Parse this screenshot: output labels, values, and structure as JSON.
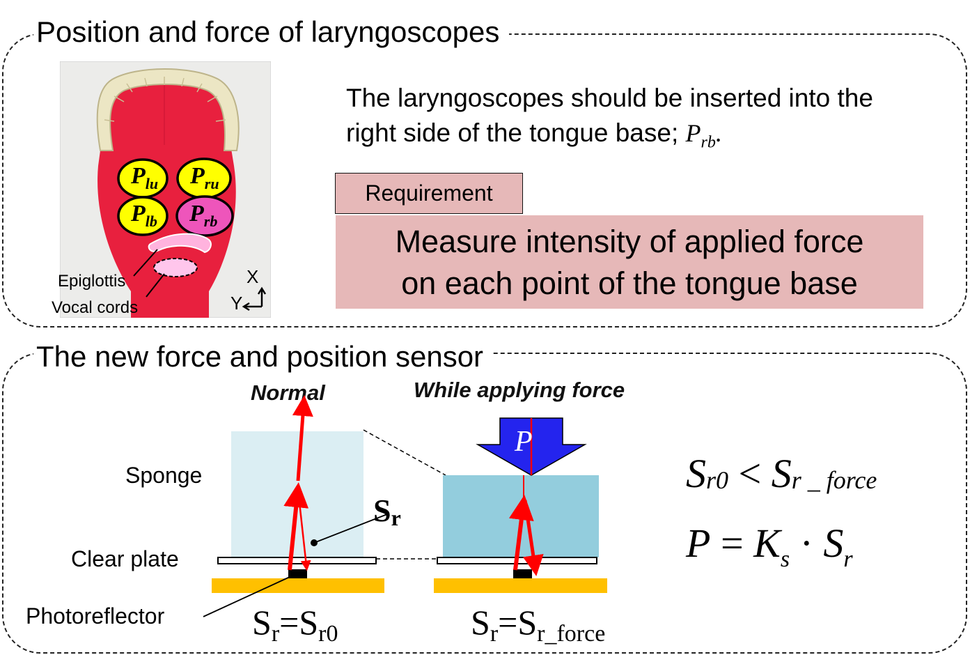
{
  "section1": {
    "title": "Position and force of laryngoscopes",
    "description_line1": "The laryngoscopes should be inserted into the",
    "description_line2": "right side of the tongue base;",
    "description_var": "P",
    "description_var_sub": "rb",
    "description_end": ".",
    "requirement_label": "Requirement",
    "requirement_line1": "Measure intensity of applied force",
    "requirement_line2": "on each point of the tongue base",
    "photo": {
      "points": [
        {
          "base": "P",
          "sub": "lu",
          "color": "#ffff00"
        },
        {
          "base": "P",
          "sub": "ru",
          "color": "#ffff00"
        },
        {
          "base": "P",
          "sub": "lb",
          "color": "#ffff00"
        },
        {
          "base": "P",
          "sub": "rb",
          "color": "#ee55bb"
        }
      ],
      "epiglottis_label": "Epiglottis",
      "vocal_cords_label": "Vocal cords",
      "axis_x": "X",
      "axis_y": "Y"
    }
  },
  "section2": {
    "title": "The new force and position sensor",
    "normal_label": "Normal",
    "force_label": "While applying force",
    "sponge_label": "Sponge",
    "clear_plate_label": "Clear plate",
    "photoreflector_label": "Photoreflector",
    "sr_callout": "S",
    "sr_callout_sub": "r",
    "force_arrow_label": "P",
    "eq_left": {
      "a": "S",
      "a_sub": "r",
      "eq": "=",
      "b": "S",
      "b_sub": "r0"
    },
    "eq_right": {
      "a": "S",
      "a_sub": "r",
      "eq": "=",
      "b": "S",
      "b_sub": "r_force"
    },
    "formula1": {
      "a": "S",
      "a_sub": "r0",
      "op": " < ",
      "b": "S",
      "b_sub": "r _ force"
    },
    "formula2": {
      "p": "P",
      "eq": " = ",
      "k": "K",
      "k_sub": "s",
      "dot": " · ",
      "s": "S",
      "s_sub": "r"
    }
  },
  "colors": {
    "sponge_normal": "#dbeef3",
    "sponge_force": "#93cddd",
    "base_plate": "#ffc000",
    "beam": "#ff0000",
    "force_arrow": "#2424ee",
    "requirement_fill": "#e6b8b8",
    "tongue": "#e8203e"
  }
}
